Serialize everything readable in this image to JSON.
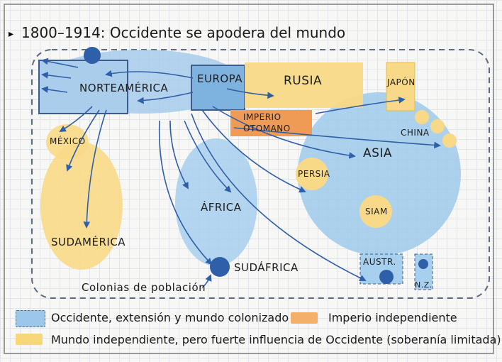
{
  "title": "1800–1914: Occidente se apodera del mundo",
  "regions": {
    "norteamerica": "NORTEAMÉRICA",
    "europa": "EUROPA",
    "rusia": "RUSIA",
    "japon": "JAPÓN",
    "imperio_otomano_1": "IMPERIO",
    "imperio_otomano_2": "OTOMANO",
    "china": "CHINA",
    "asia": "ASIA",
    "persia": "PERSIA",
    "siam": "SIAM",
    "mexico": "MÉXICO",
    "sudamerica": "SUDAMÉRICA",
    "africa": "ÁFRICA",
    "sudafrica": "SUDÁFRICA",
    "austr": "AUSTR.",
    "nz": "N.Z."
  },
  "annotation": "Colonias de población",
  "legend": [
    {
      "label": "Occidente, extensión y mundo colonizado",
      "color": "#7fb3df"
    },
    {
      "label": "Imperio independiente",
      "color": "#f2a65a"
    },
    {
      "label": "Mundo independiente, pero fuerte influencia de Occidente (soberanía limitada)",
      "color": "#f7d77a"
    }
  ],
  "colors": {
    "blue": "#8cbde6",
    "dark_blue": "#2f5fa8",
    "yellow": "#f8d987",
    "orange": "#ef9a55"
  }
}
